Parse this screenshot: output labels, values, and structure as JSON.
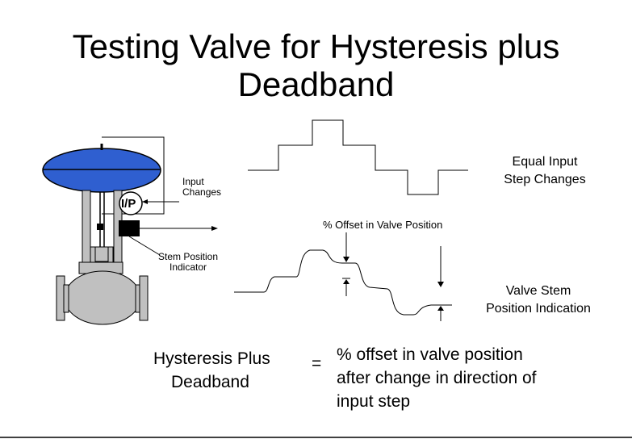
{
  "title": {
    "line1": "Testing Valve for Hysteresis plus",
    "line2": "Deadband"
  },
  "valve": {
    "ip_label": "I/P",
    "input_changes": [
      "Input",
      "Changes"
    ],
    "stem_indicator": [
      "Stem Position",
      "Indicator"
    ]
  },
  "input_signal": {
    "label": [
      "Equal Input",
      "Step Changes"
    ]
  },
  "offset_label": "% Offset in Valve Position",
  "valve_stem": {
    "label": [
      "Valve Stem",
      "Position Indication"
    ]
  },
  "equation": {
    "lhs": [
      "Hysteresis Plus",
      "Deadband"
    ],
    "equals": "=",
    "rhs": [
      "% offset in valve position",
      "after change in direction of",
      "input step"
    ]
  },
  "colors": {
    "diaphragm": "#2f5fd0",
    "body": "#c0c0c0",
    "line": "#000000"
  }
}
